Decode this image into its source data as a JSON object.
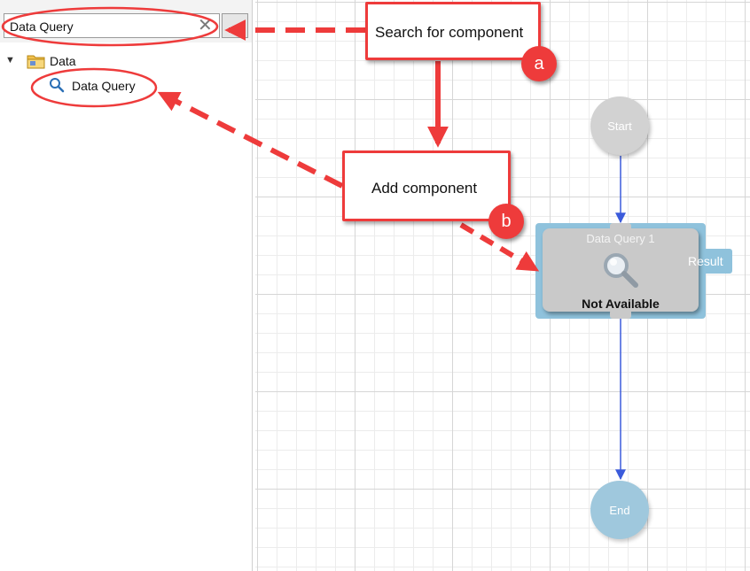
{
  "panel": {
    "search": {
      "value": "Data Query"
    },
    "clear_glyph": "✕",
    "tree": {
      "folder": {
        "label": "Data",
        "expander": "▼"
      },
      "items": [
        {
          "label": "Data Query"
        }
      ]
    }
  },
  "flow": {
    "start": {
      "label": "Start"
    },
    "end": {
      "label": "End"
    },
    "component": {
      "title": "Data Query 1",
      "status": "Not Available",
      "output_port": "Result"
    }
  },
  "annotations": {
    "search_callout": {
      "text": "Search for component",
      "badge": "a"
    },
    "add_callout": {
      "text": "Add component",
      "badge": "b"
    }
  },
  "colors": {
    "annotation_red": "#ee3b3b",
    "connector_blue": "#3b5bdb",
    "component_frame": "#8fc2dc",
    "end_node": "#9fc8dd",
    "start_node": "#d2d2d2"
  },
  "icons": {
    "folder": "folder-icon",
    "query": "magnifier-icon",
    "clear": "close-icon"
  }
}
